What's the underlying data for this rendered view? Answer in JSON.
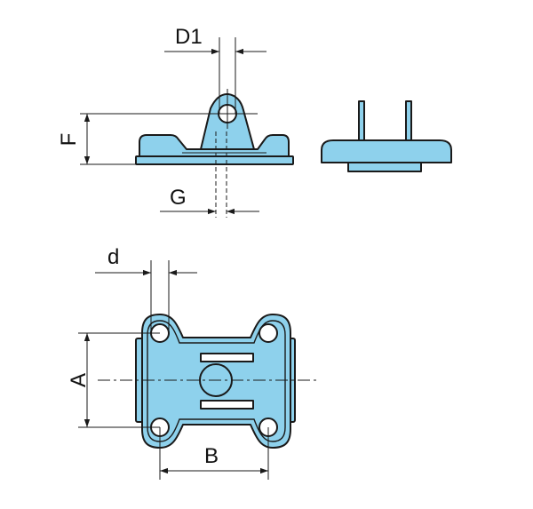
{
  "labels": {
    "d1": "D1",
    "f": "F",
    "g": "G",
    "d": "d",
    "a": "A",
    "b": "B"
  },
  "colors": {
    "part_fill": "#8ed1ec",
    "outline": "#1a1a1a",
    "background": "#ffffff"
  }
}
